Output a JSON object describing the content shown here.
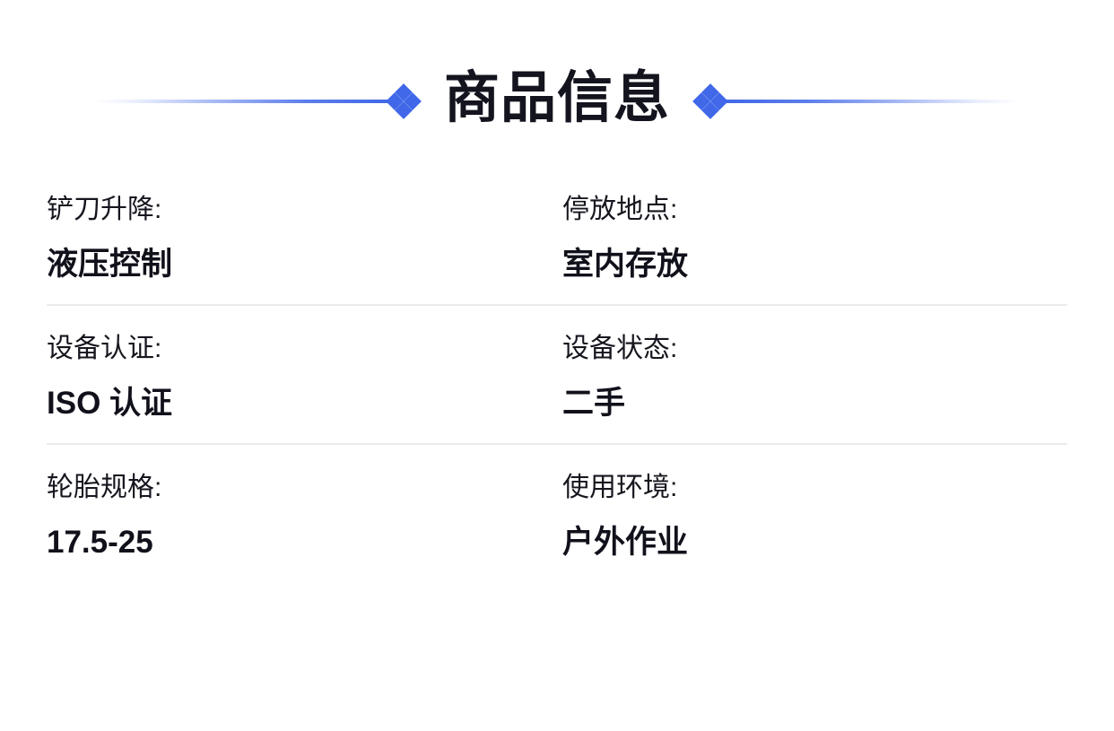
{
  "header": {
    "title": "商品信息",
    "accent_color": "#4068e8",
    "title_color": "#14141f",
    "ornament_left": "diamond-cluster-icon",
    "ornament_right": "diamond-cluster-icon"
  },
  "divider_color": "#ebebeb",
  "spec_rows": [
    {
      "left": {
        "label": "铲刀升降:",
        "value": "液压控制"
      },
      "right": {
        "label": "停放地点:",
        "value": "室内存放"
      }
    },
    {
      "left": {
        "label": "设备认证:",
        "value": "ISO 认证"
      },
      "right": {
        "label": "设备状态:",
        "value": "二手"
      }
    },
    {
      "left": {
        "label": "轮胎规格:",
        "value": "17.5-25"
      },
      "right": {
        "label": "使用环境:",
        "value": "户外作业"
      }
    }
  ]
}
